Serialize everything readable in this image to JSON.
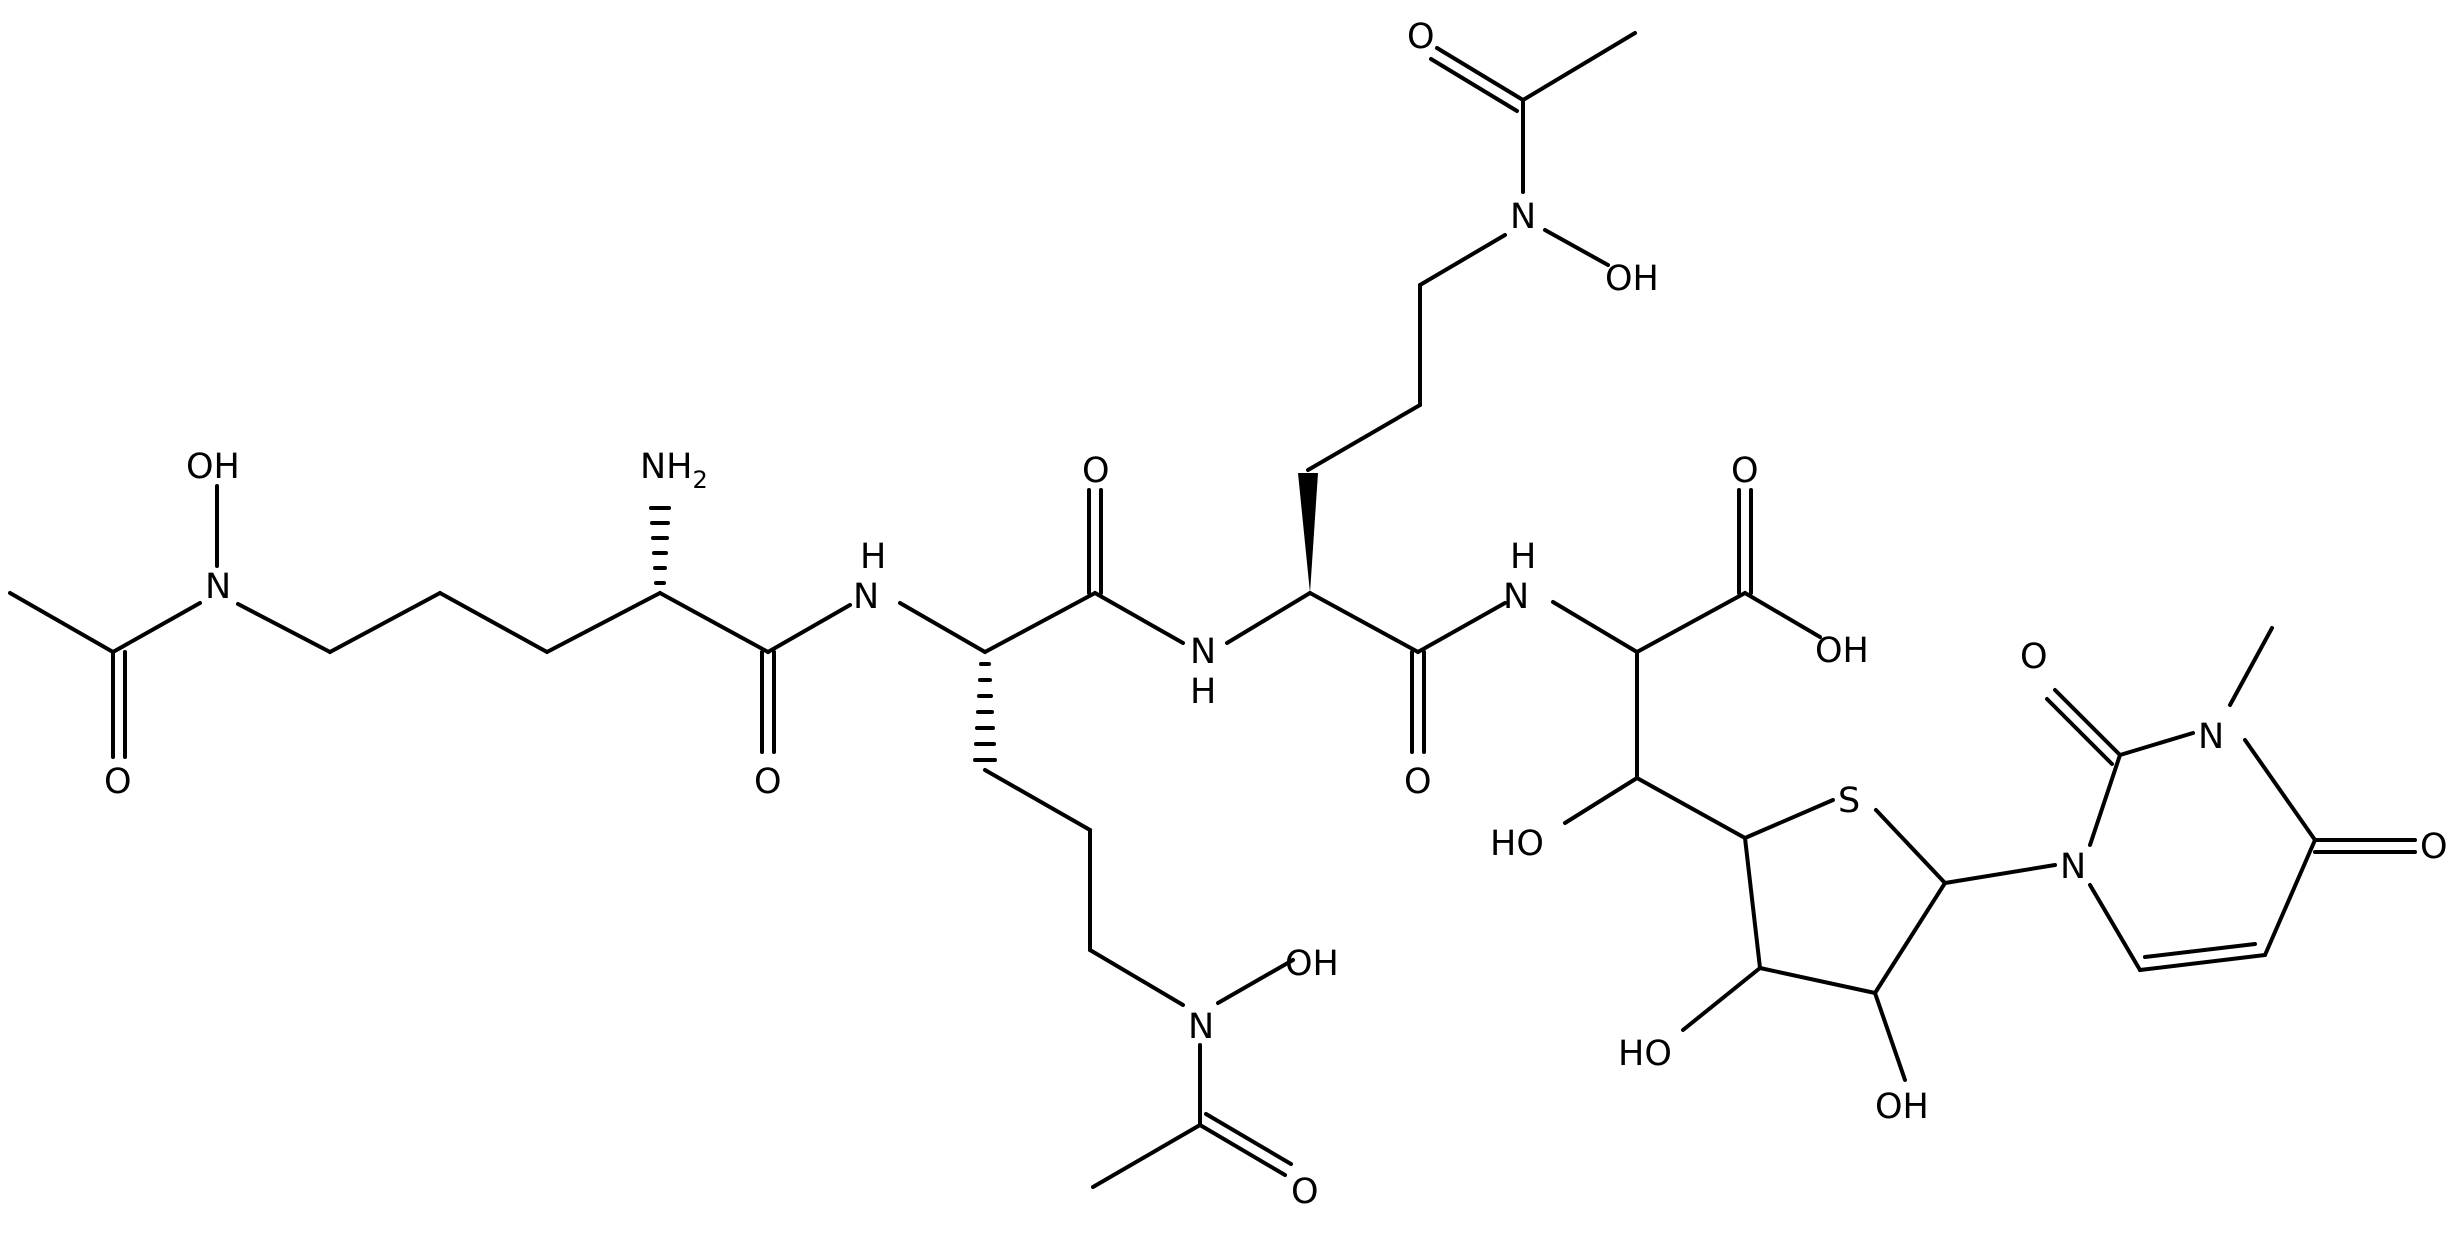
{
  "colors": {
    "background": "#ffffff",
    "ink": "#000000"
  },
  "labels": {
    "oh": "OH",
    "ho": "HO",
    "o": "O",
    "n": "N",
    "nh": "NH",
    "h": "H",
    "n_top": "N",
    "s": "S",
    "nh2_n": "NH",
    "nh2_sub": "2"
  }
}
